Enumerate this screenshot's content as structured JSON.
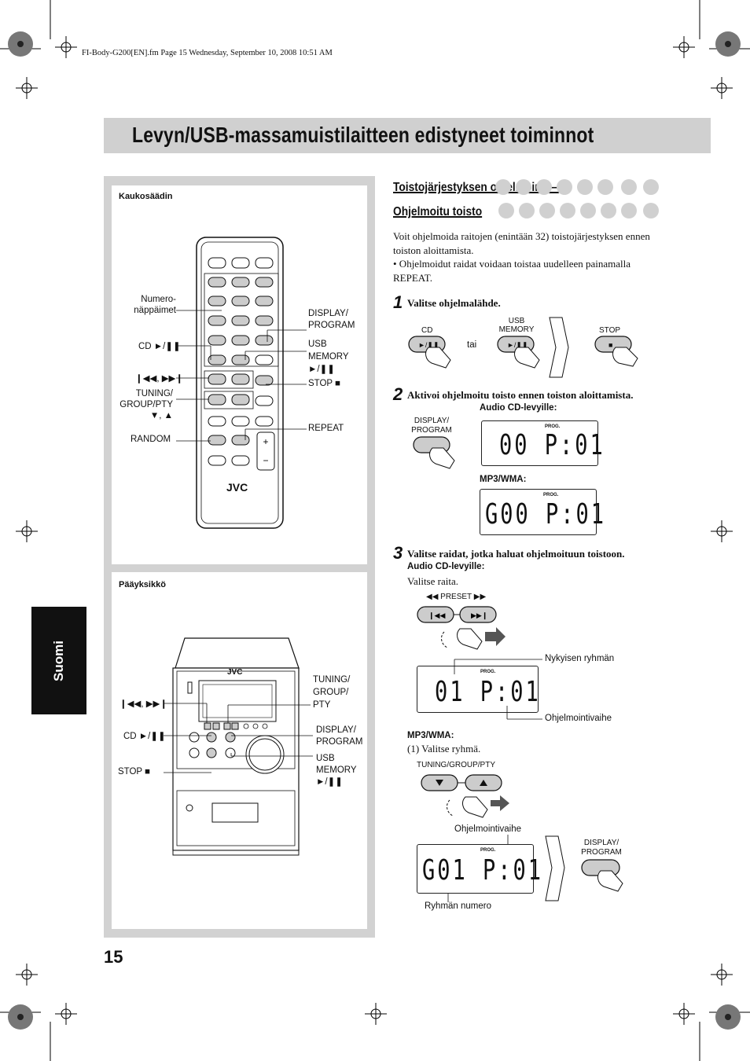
{
  "header": {
    "file_info": "FI-Body-G200[EN].fm  Page 15  Wednesday, September 10, 2008  10:51 AM",
    "title": "Levyn/USB-massamuistilaitteen edistyneet toiminnot"
  },
  "sidebar": {
    "language": "Suomi",
    "page_number": "15"
  },
  "remote": {
    "title": "Kaukosäädin",
    "brand": "JVC",
    "labels": {
      "numero": "Numero-\nnäppäimet",
      "cd": "CD ►/❚❚",
      "skip": "❙◀◀, ▶▶❙",
      "tuning": "TUNING/\nGROUP/PTY\n▼, ▲",
      "random": "RANDOM",
      "display": "DISPLAY/\nPROGRAM",
      "usb": "USB\nMEMORY\n►/❚❚",
      "stop": "STOP ■",
      "repeat": "REPEAT"
    }
  },
  "main_unit": {
    "title": "Pääyksikkö",
    "brand": "JVC",
    "labels": {
      "skip": "❙◀◀, ▶▶❙",
      "cd": "CD ►/❚❚",
      "stop": "STOP ■",
      "tuning": "TUNING/\nGROUP/\nPTY",
      "display": "DISPLAY/\nPROGRAM",
      "usb": "USB\nMEMORY\n►/❚❚"
    }
  },
  "section": {
    "heading_line1": "Toistojärjestyksen ohjelmointi—",
    "heading_line2": "Ohjelmoitu toisto",
    "intro": "Voit ohjelmoida raitojen (enintään 32) toistojärjestyksen ennen toiston aloittamista.",
    "bullet": "• Ohjelmoidut raidat voidaan toistaa uudelleen painamalla REPEAT."
  },
  "steps": [
    {
      "num": "1",
      "text": "Valitse ohjelmalähde.",
      "cd_label": "CD",
      "or": "tai",
      "usb_label": "USB\nMEMORY",
      "stop_label": "STOP"
    },
    {
      "num": "2",
      "text": "Aktivoi ohjelmoitu toisto ennen toiston aloittamista.",
      "button_label": "DISPLAY/\nPROGRAM",
      "audio_cd": "Audio CD-levyille:",
      "lcd_cd": "00 P:01",
      "mp3": "MP3/WMA:",
      "lcd_mp3": "G00 P:01",
      "prog": "PROG."
    },
    {
      "num": "3",
      "text": "Valitse raidat, jotka haluat ohjelmoituun toistoon.",
      "audio_cd": "Audio CD-levyille:",
      "select_track": "Valitse raita.",
      "preset": "◀◀ PRESET ▶▶",
      "current_group": "Nykyisen ryhmän",
      "lcd_cd": "01 P:01",
      "program_step": "Ohjelmointivaihe",
      "mp3": "MP3/WMA:",
      "select_group": "(1)  Valitse ryhmä.",
      "tuning": "TUNING/GROUP/PTY",
      "program_step2": "Ohjelmointivaihe",
      "lcd_mp3": "G01 P:01",
      "group_number": "Ryhmän numero",
      "display_label": "DISPLAY/\nPROGRAM",
      "prog": "PROG."
    }
  ]
}
